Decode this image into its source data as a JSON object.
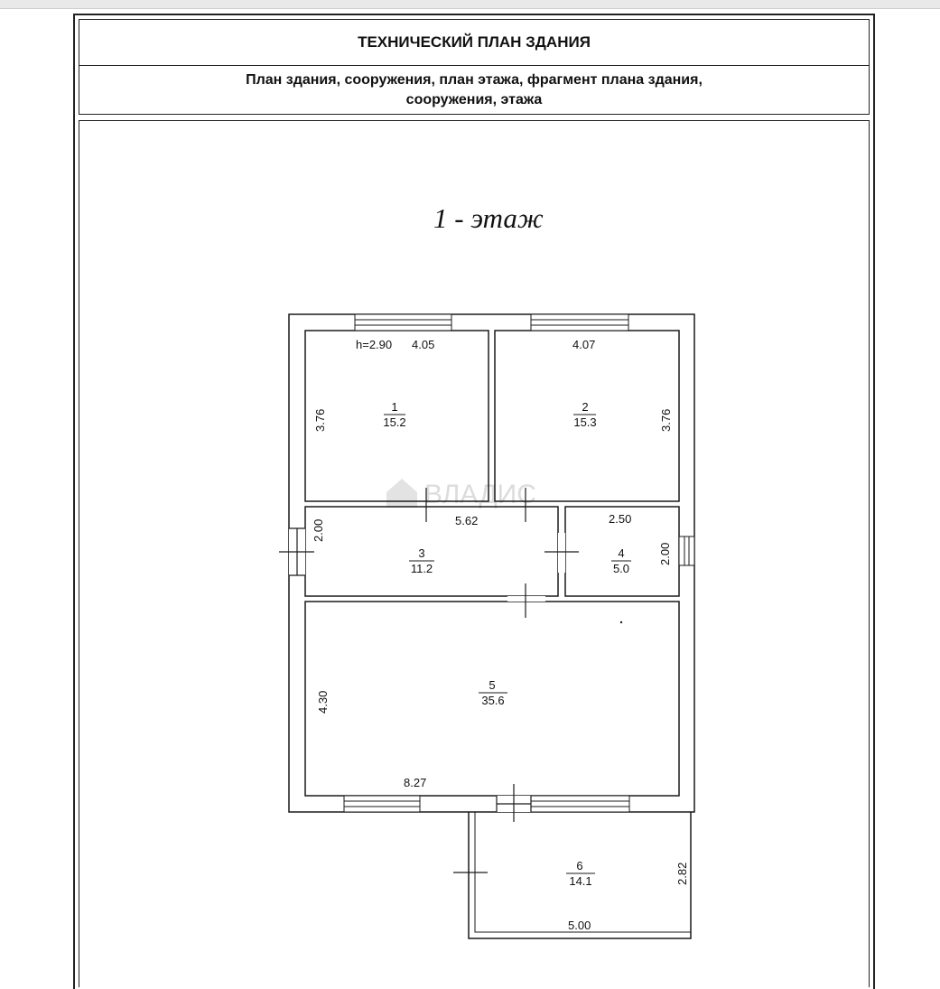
{
  "header": {
    "title": "ТЕХНИЧЕСКИЙ ПЛАН ЗДАНИЯ",
    "subtitle_line1": "План здания, сооружения, план этажа, фрагмент плана здания,",
    "subtitle_line2": "сооружения, этажа"
  },
  "floor_title": "1 - этаж",
  "watermark": "ВЛАДИС",
  "plan": {
    "height_label": "h=2.90",
    "rooms": [
      {
        "number": "1",
        "area": "15.2",
        "width": "4.05",
        "height": "3.76"
      },
      {
        "number": "2",
        "area": "15.3",
        "width": "4.07",
        "height": "3.76"
      },
      {
        "number": "3",
        "area": "11.2",
        "width": "5.62",
        "height": "2.00"
      },
      {
        "number": "4",
        "area": "5.0",
        "width": "2.50",
        "height": "2.00"
      },
      {
        "number": "5",
        "area": "35.6",
        "width": "8.27",
        "height": "4.30"
      },
      {
        "number": "6",
        "area": "14.1",
        "width": "5.00",
        "height": "2.82"
      }
    ]
  },
  "colors": {
    "line": "#1a1a1a",
    "watermark": "#d9d9d9"
  }
}
